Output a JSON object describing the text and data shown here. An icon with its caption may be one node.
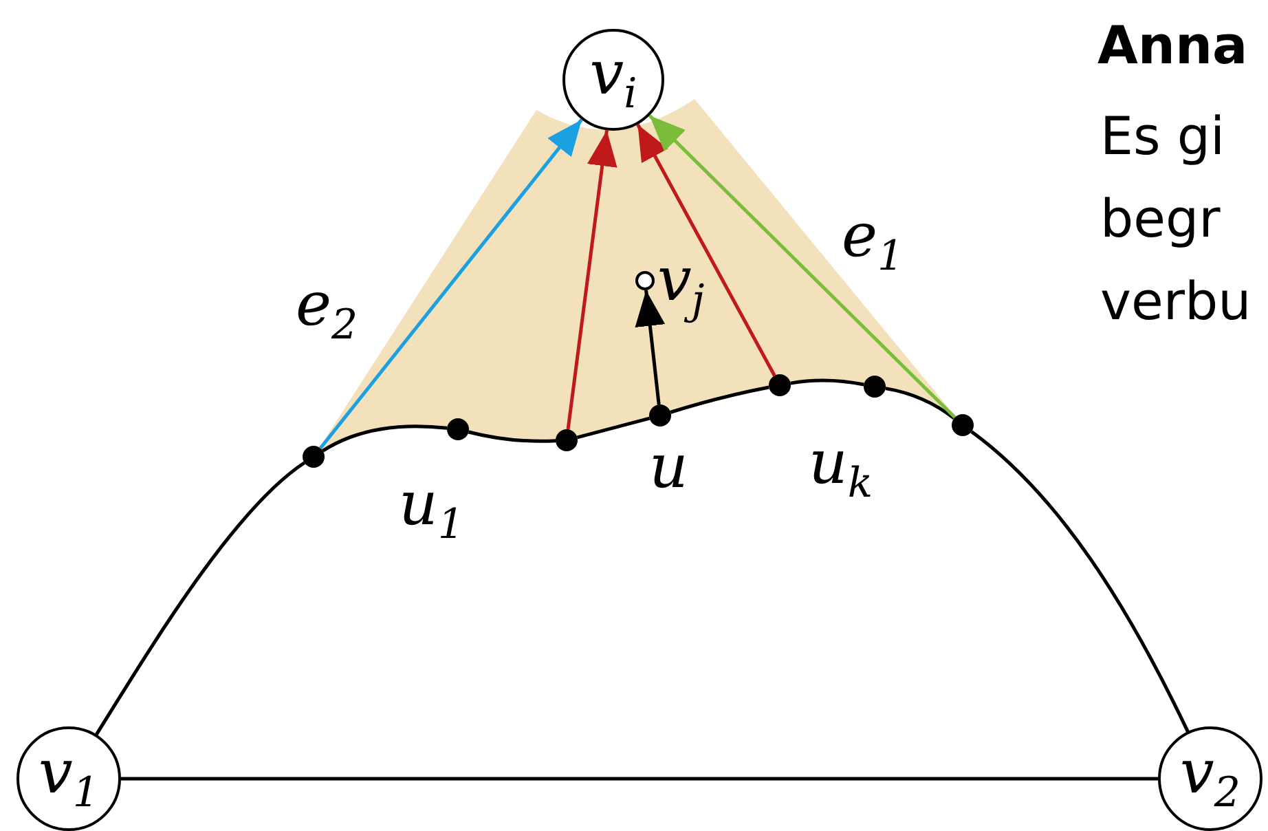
{
  "diagram": {
    "nodes": [
      {
        "text": [
          "v$_{i}$"
        ]
      },
      {
        "text": [],
        "shape": "circle",
        "beside": [
          "v$_{j}$"
        ]
      },
      {
        "text": [
          "v$_{1}$"
        ]
      },
      {
        "text": [
          "v$_{2}$"
        ]
      },
      {
        "text": [],
        "shape": "circle"
      },
      {
        "text": [],
        "shape": "circle"
      },
      {
        "text": [],
        "shape": "circle"
      },
      {
        "text": [],
        "shape": "circle"
      },
      {
        "text": [],
        "shape": "circle"
      },
      {
        "text": [],
        "shape": "circle"
      },
      {
        "text": [],
        "shape": "circle"
      }
    ],
    "edges": [
      {
        "from": 2,
        "to": 4,
        "arrow": "none"
      },
      {
        "from": 4,
        "to": 5,
        "arrow": "none"
      },
      {
        "from": 5,
        "to": 6,
        "arrow": "none"
      },
      {
        "from": 6,
        "to": 7,
        "arrow": "none"
      },
      {
        "from": 7,
        "to": 8,
        "arrow": "none"
      },
      {
        "from": 8,
        "to": 9,
        "arrow": "none"
      },
      {
        "from": 9,
        "to": 10,
        "arrow": "none"
      },
      {
        "from": 10,
        "to": 3,
        "arrow": "none"
      },
      {
        "from": 2,
        "to": 3,
        "arrow": "none"
      },
      {
        "from": 4,
        "to": 0,
        "arrow": "to",
        "color": "#1ba1e2",
        "label": "e$_{2}$"
      },
      {
        "from": 6,
        "to": 0,
        "arrow": "to",
        "color": "#c0191c"
      },
      {
        "from": 7,
        "to": 1,
        "arrow": "to"
      },
      {
        "from": 8,
        "to": 0,
        "arrow": "to",
        "color": "#c0191c"
      },
      {
        "from": 10,
        "to": 0,
        "arrow": "to",
        "color": "#7bbd3a",
        "label": "e$_{1}$"
      }
    ],
    "labels": [
      "Anna",
      "Es gi",
      "begr",
      "verbu",
      "u$_{1}$",
      "u",
      "u$_{k}$"
    ]
  }
}
